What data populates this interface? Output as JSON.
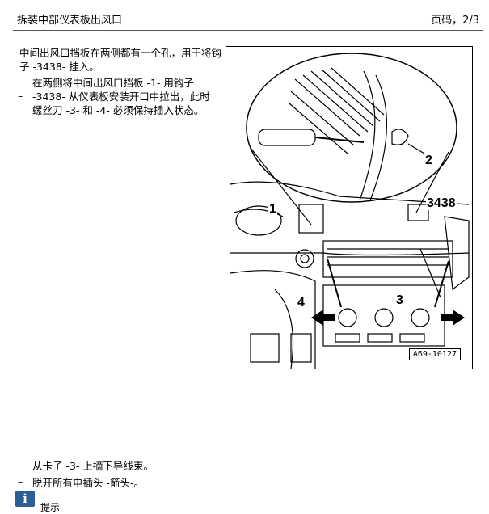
{
  "header": {
    "title": "拆装中部仪表板出风口",
    "page": "页码，2/3"
  },
  "intro": "中间出风口挡板在两侧都有一个孔，用于将钩子 -3438- 挂入。",
  "steps": [
    {
      "bullet": "–",
      "text": "在两侧将中间出风口挡板 -1- 用钩子 -3438- 从仪表板安装开口中拉出，此时螺丝刀 -3- 和 -4- 必须保持插入状态。"
    },
    {
      "bullet": "–",
      "text": "从卡子 -3- 上摘下导线束。"
    },
    {
      "bullet": "–",
      "text": "脱开所有电插头 -箭头-。"
    }
  ],
  "figure": {
    "id": "A69-10127",
    "callouts": [
      "1",
      "2",
      "3438",
      "3",
      "4"
    ]
  },
  "note": {
    "icon": "i",
    "label": "提示"
  }
}
